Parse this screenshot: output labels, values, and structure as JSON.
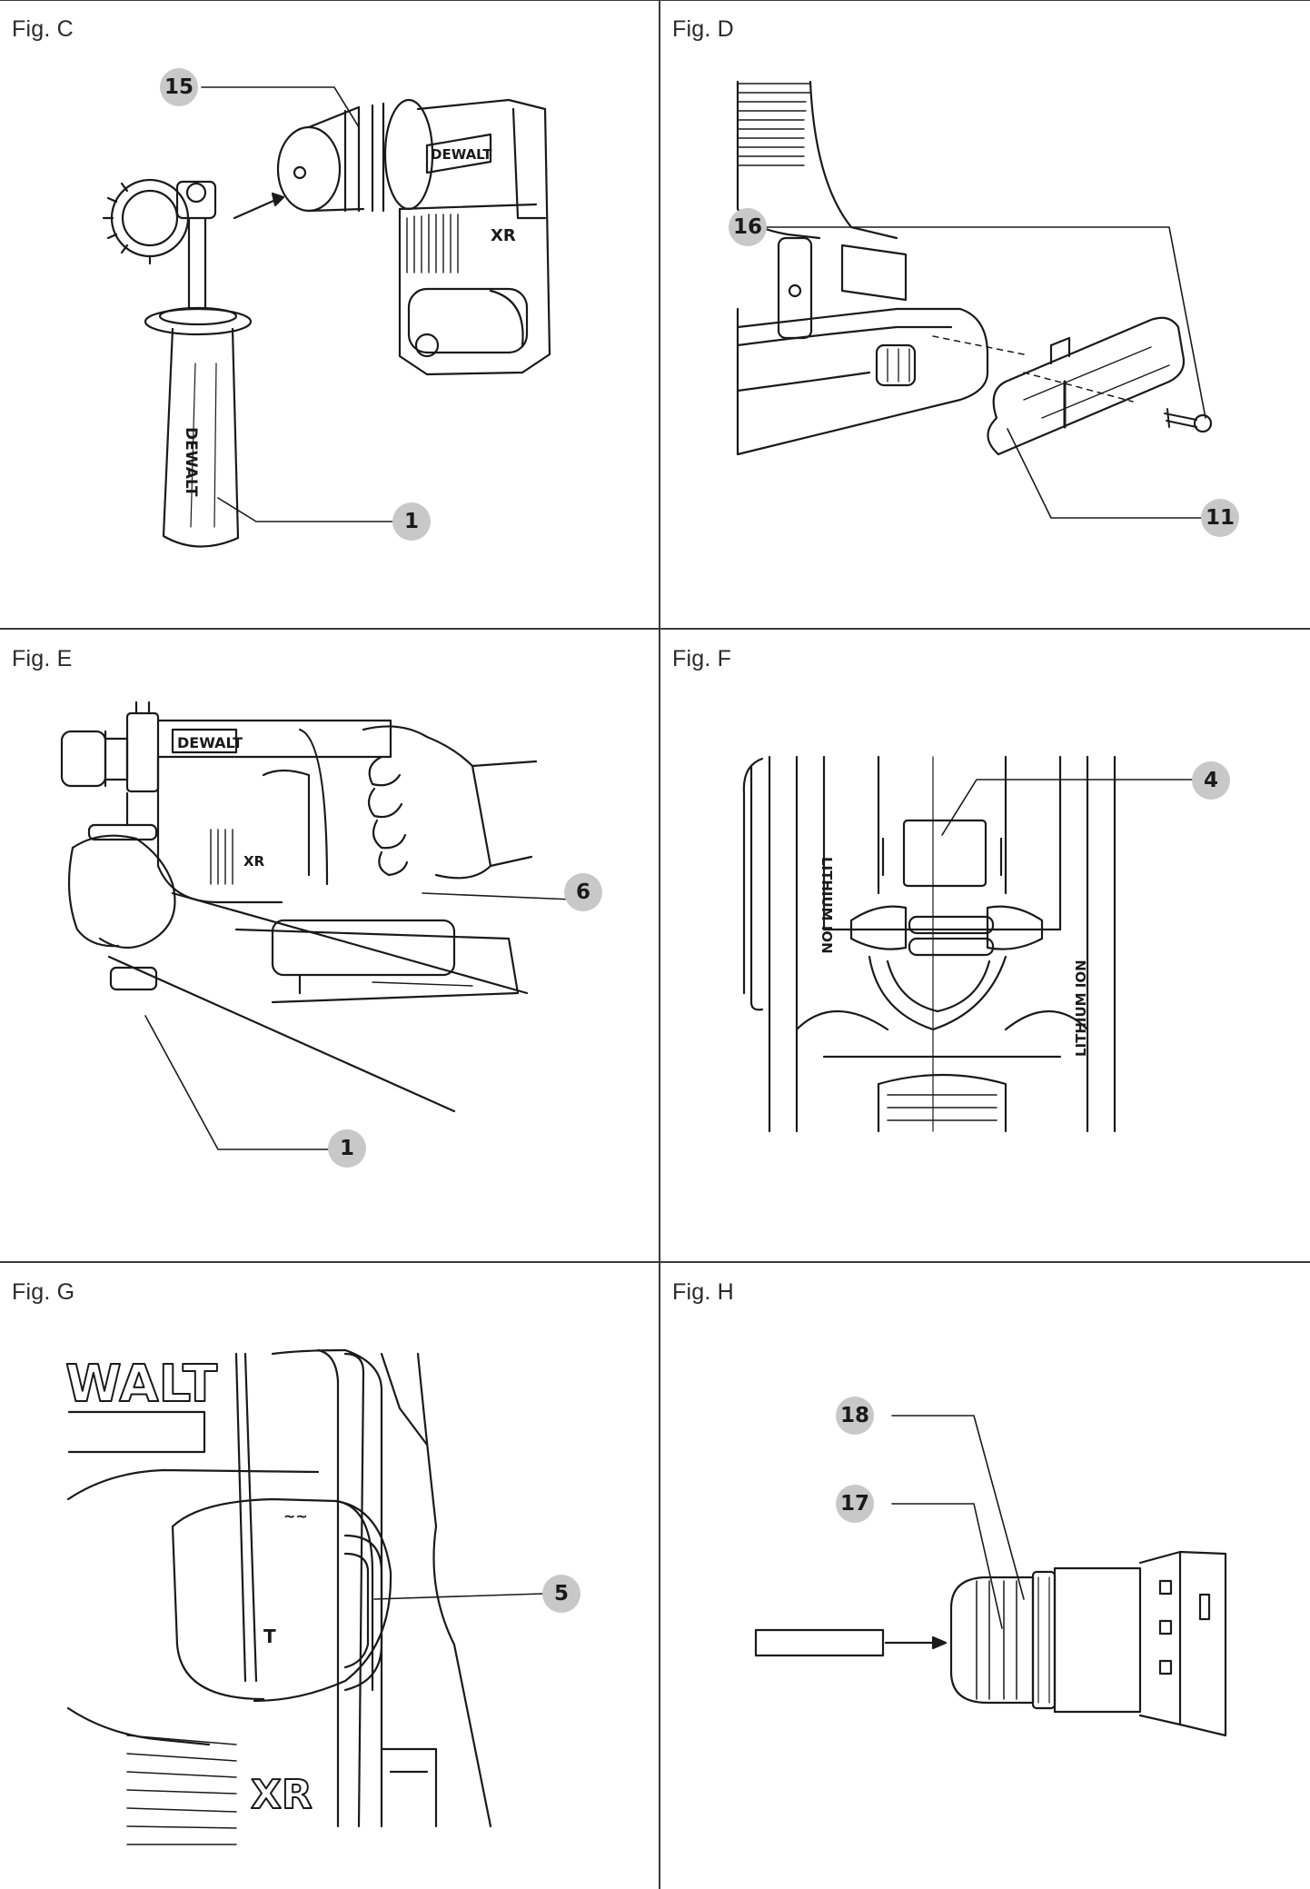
{
  "panels": {
    "c": {
      "label": "Fig. C",
      "callouts": [
        "15",
        "1"
      ],
      "brand_handle": "DEWALT",
      "brand_body": "DEWALT",
      "xr": "XR"
    },
    "d": {
      "label": "Fig. D",
      "callouts": [
        "16",
        "11"
      ]
    },
    "e": {
      "label": "Fig. E",
      "callouts": [
        "6",
        "1"
      ],
      "brand": "DEWALT",
      "xr": "XR"
    },
    "f": {
      "label": "Fig. F",
      "callouts": [
        "4"
      ],
      "side_text": "LITHIUM ION"
    },
    "g": {
      "label": "Fig. G",
      "callouts": [
        "5"
      ],
      "brand_partial": "WALT",
      "xr": "XR"
    },
    "h": {
      "label": "Fig. H",
      "callouts": [
        "18",
        "17"
      ]
    }
  }
}
